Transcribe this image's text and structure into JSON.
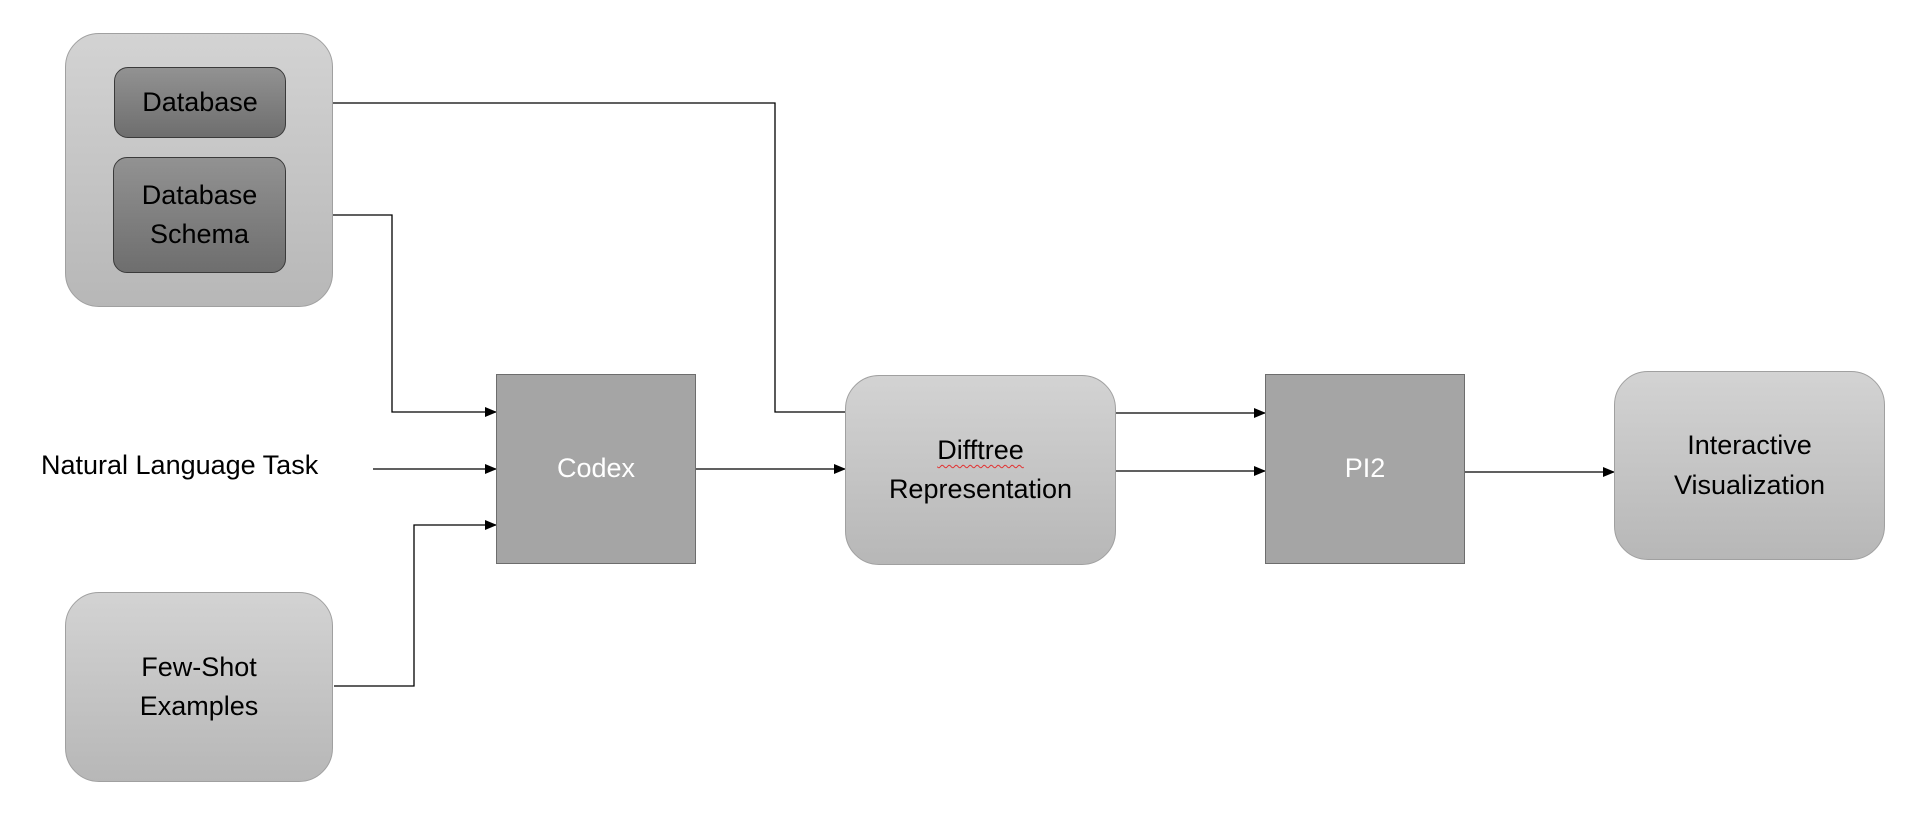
{
  "diagram": {
    "sources_group": {
      "database": "Database",
      "database_schema": "Database\nSchema"
    },
    "natural_language_task": "Natural Language Task",
    "few_shot_examples": "Few-Shot\nExamples",
    "codex": "Codex",
    "difftree": {
      "line1": "Difftree",
      "line2": "Representation"
    },
    "pi2": "PI2",
    "interactive_visualization": "Interactive\nVisualization"
  },
  "colors": {
    "group_fill": "#c6c6c6",
    "inner_box_fill": "#808080",
    "process_box_fill": "#a5a5a5",
    "rounded_box_fill": "#c4c4c4",
    "spellcheck_underline": "#e23030"
  }
}
